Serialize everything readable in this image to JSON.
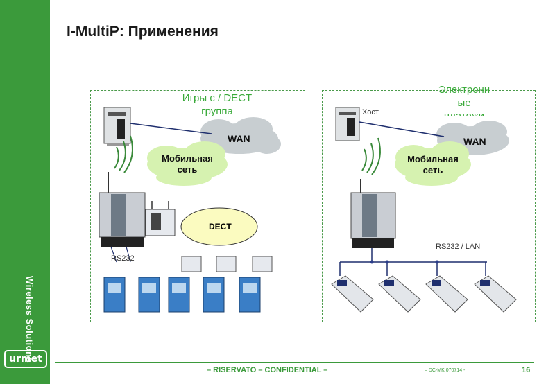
{
  "title": "I-MultiP: Применения",
  "sidebar": {
    "vertical_text": "Wireless Solutions",
    "logo": "urmet"
  },
  "footer": {
    "confidential": "– RISERVATO – CONFIDENTIAL –",
    "code": "– DC-MK 070714 -",
    "page": "16"
  },
  "left_panel": {
    "heading_1": "Игры с / DECT",
    "heading_2": "группа",
    "wan": "WAN",
    "mobile_1": "Мобильная",
    "mobile_2": "сеть",
    "dect": "DECT",
    "rs232": "RS232"
  },
  "right_panel": {
    "heading_1": "Электронн",
    "heading_2": "ые",
    "heading_3": "платежи",
    "host": "Хост",
    "wan": "WAN",
    "mobile_1": "Мобильная",
    "mobile_2": "сеть",
    "rs232_lan": "RS232 / LAN"
  },
  "colors": {
    "accent": "#3b9a3b",
    "cloud_wan": "#c8ced1",
    "cloud_mobile": "#d6f2b0",
    "dect": "#fbfbc0"
  }
}
